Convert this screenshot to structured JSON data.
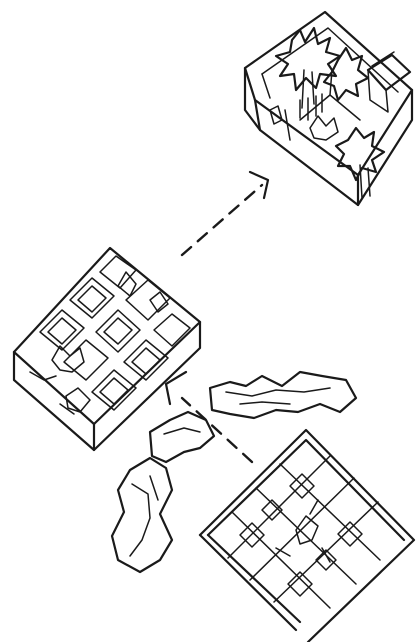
{
  "diagram": {
    "kind": "hand-drawn architectural concept sketch",
    "ink_color": "#1a1a1a",
    "background_color": "#ffffff",
    "parts": [
      {
        "name": "courtyard-house-module",
        "icon": "isometric-room-with-trees-icon"
      },
      {
        "name": "cluster-block",
        "icon": "isometric-cluster-icon"
      },
      {
        "name": "terrain-pieces",
        "icon": "landform-icon"
      },
      {
        "name": "grid-plan-square",
        "icon": "square-grid-plan-icon"
      }
    ],
    "arrows": [
      {
        "name": "arrow-cluster-to-module",
        "style": "dashed"
      },
      {
        "name": "arrow-plan-to-cluster",
        "style": "dashed"
      }
    ]
  }
}
